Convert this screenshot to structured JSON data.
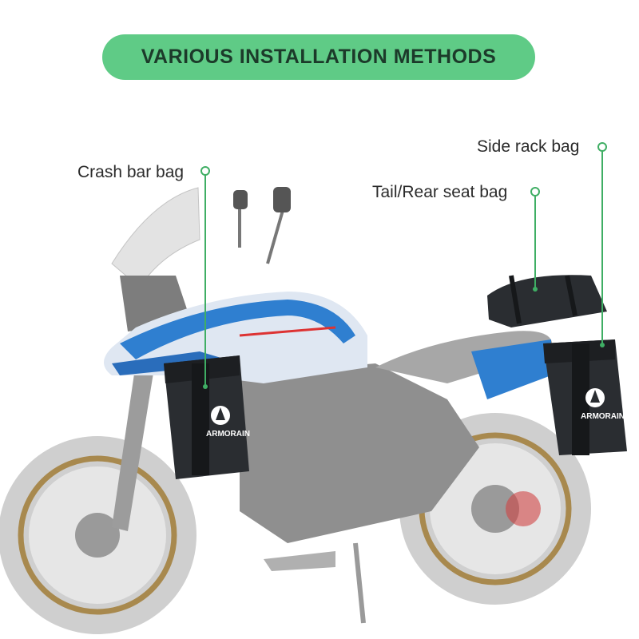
{
  "banner": {
    "title": "VARIOUS INSTALLATION METHODS"
  },
  "callouts": {
    "crash_bar": "Crash bar bag",
    "tail_rear": "Tail/Rear seat bag",
    "side_rack": "Side rack bag"
  },
  "brand": {
    "bag_logo_text": "ARMORAIN"
  },
  "colors": {
    "accent": "#5fcb86",
    "line": "#3fae64",
    "bike_blue": "#2f7fd0"
  }
}
